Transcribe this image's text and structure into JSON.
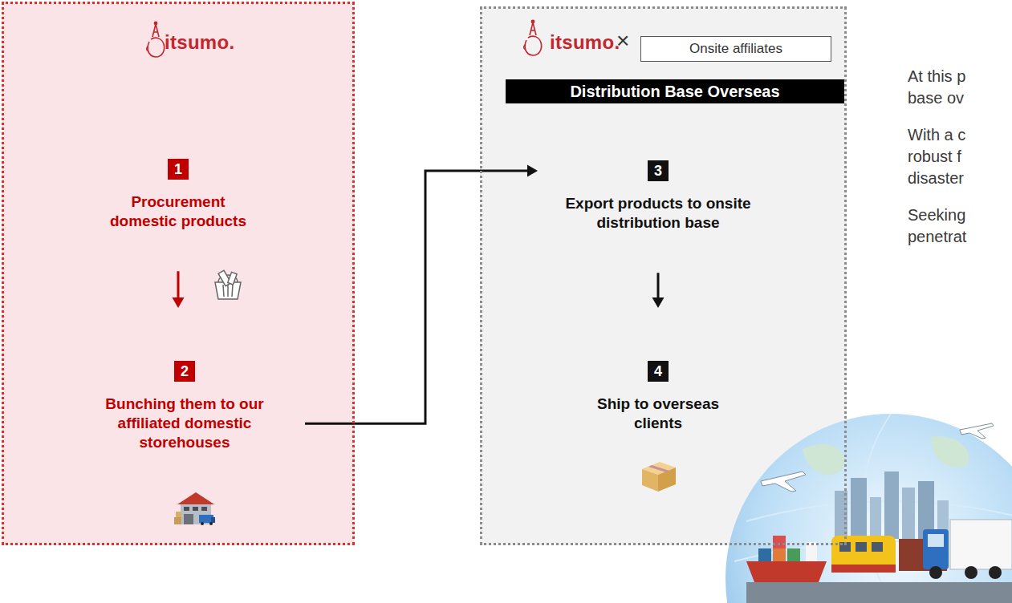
{
  "diagram": {
    "nodes": [
      {
        "text": [
          "itsumo."
        ]
      },
      {
        "text": [
          "1",
          "Procurement domestic products"
        ],
        "in": 0
      },
      {
        "text": [
          "2",
          "Bunching them to our affiliated domestic storehouses"
        ],
        "in": 0
      },
      {
        "text": [
          "itsumo."
        ]
      },
      {
        "text": [
          "Onsite affiliates"
        ],
        "in": 3
      },
      {
        "text": [
          "Distribution Base Overseas"
        ],
        "in": 3
      },
      {
        "text": [
          "3",
          "Export products to onsite distribution base"
        ],
        "in": 3
      },
      {
        "text": [
          "4",
          "Ship to overseas clients"
        ],
        "in": 3
      }
    ],
    "edges": [
      {
        "from": 1,
        "to": 2,
        "arrow": "to"
      },
      {
        "from": 2,
        "to": 6,
        "arrow": "to"
      },
      {
        "from": 6,
        "to": 7,
        "arrow": "to"
      }
    ],
    "labels": [
      "×",
      "At this p",
      "base ov",
      "With a c",
      "robust f",
      "disaster",
      "Seeking",
      "penetrat"
    ]
  }
}
